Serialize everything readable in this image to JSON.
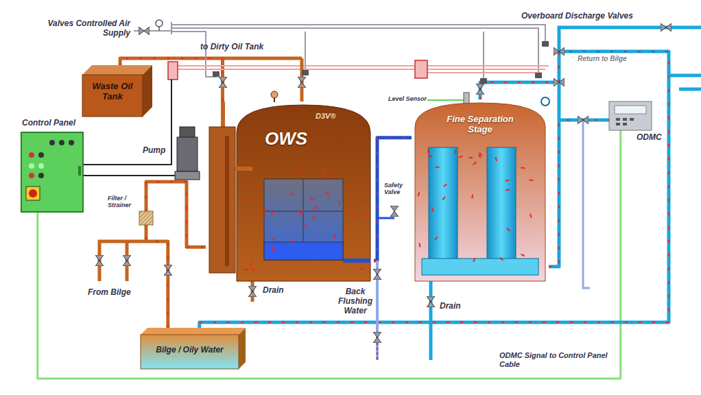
{
  "diagram": {
    "nodes": [
      {
        "text": [
          "Waste Oil Tank"
        ]
      },
      {
        "text": [
          "Control Panel"
        ]
      },
      {
        "text": [
          "OWS",
          "D3V®"
        ]
      },
      {
        "text": [
          "Fine Separation Stage"
        ]
      },
      {
        "text": [
          "ODMC"
        ]
      },
      {
        "text": [
          "Bilge / Oily Water"
        ]
      }
    ],
    "edges": [
      {
        "from": 5,
        "to": 2,
        "arrow": "none"
      },
      {
        "from": 2,
        "to": 0,
        "arrow": "none"
      },
      {
        "from": 2,
        "to": 3,
        "arrow": "none"
      },
      {
        "from": 3,
        "to": 4,
        "arrow": "none"
      },
      {
        "from": 4,
        "to": 1,
        "label": "ODMC Signal to Control Panel Cable",
        "arrow": "none"
      },
      {
        "from": 3,
        "to": 5,
        "arrow": "none"
      }
    ],
    "labels": [
      "Valves Controlled Air Supply",
      "to Dirty Oil Tank",
      "Overboard Discharge Valves",
      "Return to Bilge",
      "Pump",
      "Filter / Strainer",
      "From Bilge",
      "Drain",
      "Level Sensor",
      "Safety Valve",
      "Back Flushing Water",
      "Drain"
    ]
  }
}
